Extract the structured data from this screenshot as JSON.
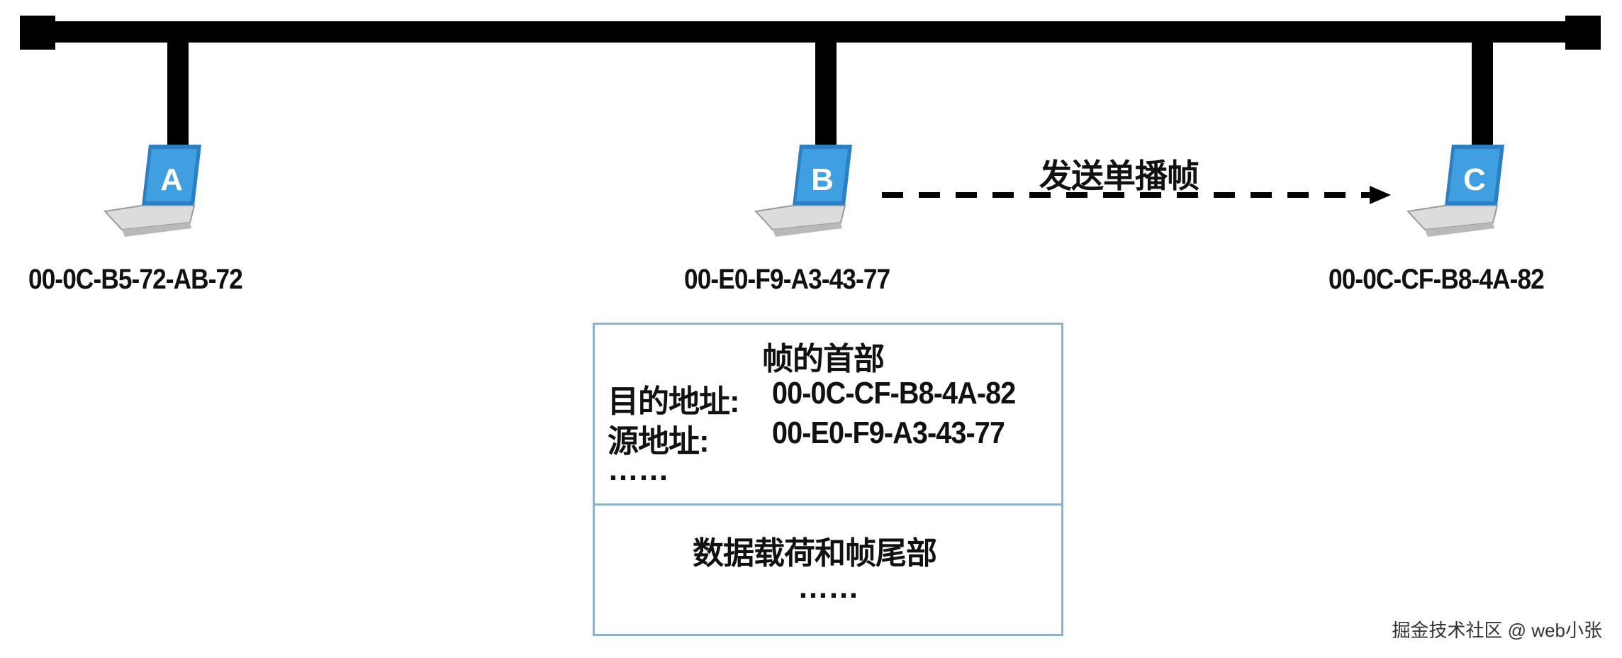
{
  "hosts": [
    {
      "id": "A",
      "mac": "00-0C-B5-72-AB-72"
    },
    {
      "id": "B",
      "mac": "00-E0-F9-A3-43-77"
    },
    {
      "id": "C",
      "mac": "00-0C-CF-B8-4A-82"
    }
  ],
  "arrow": {
    "label": "发送单播帧"
  },
  "frame": {
    "header_title": "帧的首部",
    "dest_label": "目的地址:",
    "dest_value": "00-0C-CF-B8-4A-82",
    "src_label": "源地址:",
    "src_value": "00-E0-F9-A3-43-77",
    "header_ellipsis": "……",
    "payload_title": "数据载荷和帧尾部",
    "payload_ellipsis": "……"
  },
  "watermark": "掘金技术社区 @ web小张",
  "colors": {
    "bus": "#000000",
    "screen": "#3f9fe0",
    "laptop_body": "#dcdcdc",
    "frame_border": "#8fb3cf"
  }
}
